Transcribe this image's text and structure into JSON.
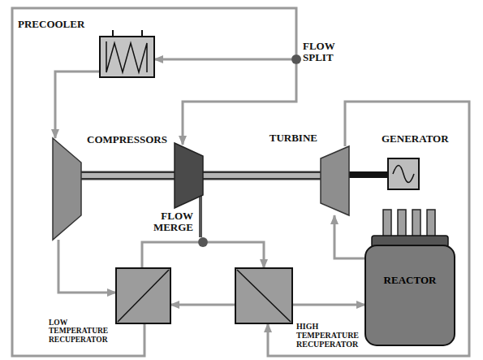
{
  "diagram": {
    "nodes": [
      {
        "text": [
          "PRECOOLER"
        ]
      },
      {
        "text": [
          "FLOW SPLIT"
        ]
      },
      {
        "text": [
          "COMPRESSORS"
        ]
      },
      {
        "text": [
          "TURBINE"
        ]
      },
      {
        "text": [
          "GENERATOR"
        ]
      },
      {
        "text": [
          "FLOW MERGE"
        ]
      },
      {
        "text": [
          "REACTOR"
        ]
      },
      {
        "text": [
          "LOW TEMPERATURE RECUPERATOR"
        ]
      },
      {
        "text": [
          "HIGH TEMPERATURE RECUPERATOR"
        ]
      }
    ],
    "edges": [
      {
        "from": 1,
        "to": 0,
        "arrow": "to"
      },
      {
        "from": 0,
        "to": 2,
        "arrow": "to"
      },
      {
        "from": 2,
        "to": 7,
        "arrow": "to"
      },
      {
        "from": 7,
        "to": 5,
        "arrow": "none"
      },
      {
        "from": 5,
        "to": 8,
        "arrow": "to"
      },
      {
        "from": 8,
        "to": 7,
        "arrow": "to"
      },
      {
        "from": 8,
        "to": 6,
        "arrow": "to"
      },
      {
        "from": 6,
        "to": 3,
        "arrow": "to"
      },
      {
        "from": 3,
        "to": 8,
        "arrow": "to"
      },
      {
        "from": 7,
        "to": 1,
        "arrow": "none"
      },
      {
        "from": 3,
        "to": 4,
        "arrow": "none"
      },
      {
        "from": 2,
        "to": 3,
        "arrow": "none"
      }
    ]
  }
}
